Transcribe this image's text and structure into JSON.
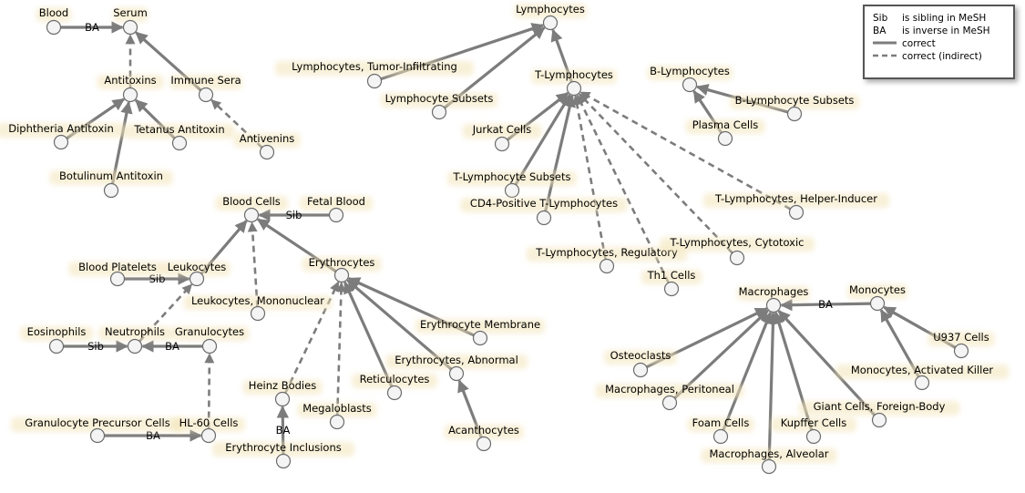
{
  "legend": {
    "rows": [
      {
        "key": "Sib",
        "desc": "is sibling in MeSH",
        "style": "text"
      },
      {
        "key": "BA",
        "desc": "is inverse in MeSH",
        "style": "text"
      },
      {
        "key": "",
        "desc": "correct",
        "style": "solid"
      },
      {
        "key": "",
        "desc": "correct (indirect)",
        "style": "dashed"
      }
    ]
  },
  "nodes": [
    {
      "id": "blood",
      "label": "Blood"
    },
    {
      "id": "serum",
      "label": "Serum"
    },
    {
      "id": "antitoxins",
      "label": "Antitoxins"
    },
    {
      "id": "immune_sera",
      "label": "Immune Sera"
    },
    {
      "id": "diphtheria",
      "label": "Diphtheria Antitoxin"
    },
    {
      "id": "tetanus",
      "label": "Tetanus Antitoxin"
    },
    {
      "id": "antivenins",
      "label": "Antivenins"
    },
    {
      "id": "botulinum",
      "label": "Botulinum Antitoxin"
    },
    {
      "id": "lymphocytes",
      "label": "Lymphocytes"
    },
    {
      "id": "lti",
      "label": "Lymphocytes, Tumor-Infiltrating"
    },
    {
      "id": "lsubsets",
      "label": "Lymphocyte Subsets"
    },
    {
      "id": "tlymph",
      "label": "T-Lymphocytes"
    },
    {
      "id": "jurkat",
      "label": "Jurkat Cells"
    },
    {
      "id": "tlsubsets",
      "label": "T-Lymphocyte Subsets"
    },
    {
      "id": "cd4",
      "label": "CD4-Positive T-Lymphocytes"
    },
    {
      "id": "treg",
      "label": "T-Lymphocytes, Regulatory"
    },
    {
      "id": "th1",
      "label": "Th1 Cells"
    },
    {
      "id": "tcyto",
      "label": "T-Lymphocytes, Cytotoxic"
    },
    {
      "id": "thelper",
      "label": "T-Lymphocytes, Helper-Inducer"
    },
    {
      "id": "blymph",
      "label": "B-Lymphocytes"
    },
    {
      "id": "blsubsets",
      "label": "B-Lymphocyte Subsets"
    },
    {
      "id": "plasma",
      "label": "Plasma Cells"
    },
    {
      "id": "bloodcells",
      "label": "Blood Cells"
    },
    {
      "id": "fetalblood",
      "label": "Fetal Blood"
    },
    {
      "id": "platelets",
      "label": "Blood Platelets"
    },
    {
      "id": "leukocytes",
      "label": "Leukocytes"
    },
    {
      "id": "leukomono",
      "label": "Leukocytes, Mononuclear"
    },
    {
      "id": "erythrocytes",
      "label": "Erythrocytes"
    },
    {
      "id": "eosinophils",
      "label": "Eosinophils"
    },
    {
      "id": "neutrophils",
      "label": "Neutrophils"
    },
    {
      "id": "granulocytes",
      "label": "Granulocytes"
    },
    {
      "id": "erymembrane",
      "label": "Erythrocyte Membrane"
    },
    {
      "id": "eryabnormal",
      "label": "Erythrocytes, Abnormal"
    },
    {
      "id": "heinz",
      "label": "Heinz Bodies"
    },
    {
      "id": "reticulocytes",
      "label": "Reticulocytes"
    },
    {
      "id": "megaloblasts",
      "label": "Megaloblasts"
    },
    {
      "id": "acanthocytes",
      "label": "Acanthocytes"
    },
    {
      "id": "gpc",
      "label": "Granulocyte Precursor Cells"
    },
    {
      "id": "hl60",
      "label": "HL-60 Cells"
    },
    {
      "id": "eryinclusions",
      "label": "Erythrocyte Inclusions"
    },
    {
      "id": "macrophages",
      "label": "Macrophages"
    },
    {
      "id": "monocytes",
      "label": "Monocytes"
    },
    {
      "id": "u937",
      "label": "U937 Cells"
    },
    {
      "id": "osteoclasts",
      "label": "Osteoclasts"
    },
    {
      "id": "macperitoneal",
      "label": "Macrophages, Peritoneal"
    },
    {
      "id": "monoak",
      "label": "Monocytes, Activated Killer"
    },
    {
      "id": "giantcells",
      "label": "Giant Cells, Foreign-Body"
    },
    {
      "id": "foamcells",
      "label": "Foam Cells"
    },
    {
      "id": "kupffer",
      "label": "Kupffer Cells"
    },
    {
      "id": "macalveolar",
      "label": "Macrophages, Alveolar"
    }
  ],
  "edges": [
    {
      "from": "blood",
      "to": "serum",
      "style": "solid",
      "label": "BA"
    },
    {
      "from": "antitoxins",
      "to": "serum",
      "style": "dashed",
      "label": ""
    },
    {
      "from": "immune_sera",
      "to": "serum",
      "style": "solid",
      "label": ""
    },
    {
      "from": "diphtheria",
      "to": "antitoxins",
      "style": "solid",
      "label": ""
    },
    {
      "from": "tetanus",
      "to": "antitoxins",
      "style": "solid",
      "label": ""
    },
    {
      "from": "botulinum",
      "to": "antitoxins",
      "style": "solid",
      "label": ""
    },
    {
      "from": "antivenins",
      "to": "immune_sera",
      "style": "dashed",
      "label": ""
    },
    {
      "from": "lti",
      "to": "lymphocytes",
      "style": "solid",
      "label": ""
    },
    {
      "from": "lsubsets",
      "to": "lymphocytes",
      "style": "solid",
      "label": ""
    },
    {
      "from": "tlymph",
      "to": "lymphocytes",
      "style": "solid",
      "label": ""
    },
    {
      "from": "jurkat",
      "to": "tlymph",
      "style": "solid",
      "label": ""
    },
    {
      "from": "tlsubsets",
      "to": "tlymph",
      "style": "solid",
      "label": ""
    },
    {
      "from": "cd4",
      "to": "tlymph",
      "style": "solid",
      "label": ""
    },
    {
      "from": "treg",
      "to": "tlymph",
      "style": "dashed",
      "label": ""
    },
    {
      "from": "th1",
      "to": "tlymph",
      "style": "dashed",
      "label": ""
    },
    {
      "from": "tcyto",
      "to": "tlymph",
      "style": "dashed",
      "label": ""
    },
    {
      "from": "thelper",
      "to": "tlymph",
      "style": "dashed",
      "label": ""
    },
    {
      "from": "blsubsets",
      "to": "blymph",
      "style": "solid",
      "label": ""
    },
    {
      "from": "plasma",
      "to": "blymph",
      "style": "solid",
      "label": ""
    },
    {
      "from": "fetalblood",
      "to": "bloodcells",
      "style": "solid",
      "label": "Sib"
    },
    {
      "from": "leukocytes",
      "to": "bloodcells",
      "style": "solid",
      "label": ""
    },
    {
      "from": "leukomono",
      "to": "bloodcells",
      "style": "dashed",
      "label": ""
    },
    {
      "from": "erythrocytes",
      "to": "bloodcells",
      "style": "solid",
      "label": ""
    },
    {
      "from": "platelets",
      "to": "leukocytes",
      "style": "solid",
      "label": "Sib"
    },
    {
      "from": "neutrophils",
      "to": "leukocytes",
      "style": "dashed",
      "label": ""
    },
    {
      "from": "eosinophils",
      "to": "neutrophils",
      "style": "solid",
      "label": "Sib"
    },
    {
      "from": "granulocytes",
      "to": "neutrophils",
      "style": "solid",
      "label": "BA"
    },
    {
      "from": "hl60",
      "to": "granulocytes",
      "style": "dashed",
      "label": ""
    },
    {
      "from": "gpc",
      "to": "hl60",
      "style": "solid",
      "label": "BA"
    },
    {
      "from": "erymembrane",
      "to": "erythrocytes",
      "style": "solid",
      "label": ""
    },
    {
      "from": "eryabnormal",
      "to": "erythrocytes",
      "style": "solid",
      "label": ""
    },
    {
      "from": "reticulocytes",
      "to": "erythrocytes",
      "style": "solid",
      "label": ""
    },
    {
      "from": "megaloblasts",
      "to": "erythrocytes",
      "style": "dashed",
      "label": ""
    },
    {
      "from": "heinz",
      "to": "erythrocytes",
      "style": "dashed",
      "label": ""
    },
    {
      "from": "acanthocytes",
      "to": "eryabnormal",
      "style": "solid",
      "label": ""
    },
    {
      "from": "eryinclusions",
      "to": "heinz",
      "style": "solid",
      "label": "BA"
    },
    {
      "from": "monocytes",
      "to": "macrophages",
      "style": "solid",
      "label": "BA"
    },
    {
      "from": "u937",
      "to": "monocytes",
      "style": "solid",
      "label": ""
    },
    {
      "from": "monoak",
      "to": "monocytes",
      "style": "solid",
      "label": ""
    },
    {
      "from": "osteoclasts",
      "to": "macrophages",
      "style": "solid",
      "label": ""
    },
    {
      "from": "macperitoneal",
      "to": "macrophages",
      "style": "solid",
      "label": ""
    },
    {
      "from": "foamcells",
      "to": "macrophages",
      "style": "solid",
      "label": ""
    },
    {
      "from": "macalveolar",
      "to": "macrophages",
      "style": "solid",
      "label": ""
    },
    {
      "from": "kupffer",
      "to": "macrophages",
      "style": "solid",
      "label": ""
    },
    {
      "from": "giantcells",
      "to": "macrophages",
      "style": "solid",
      "label": ""
    }
  ]
}
